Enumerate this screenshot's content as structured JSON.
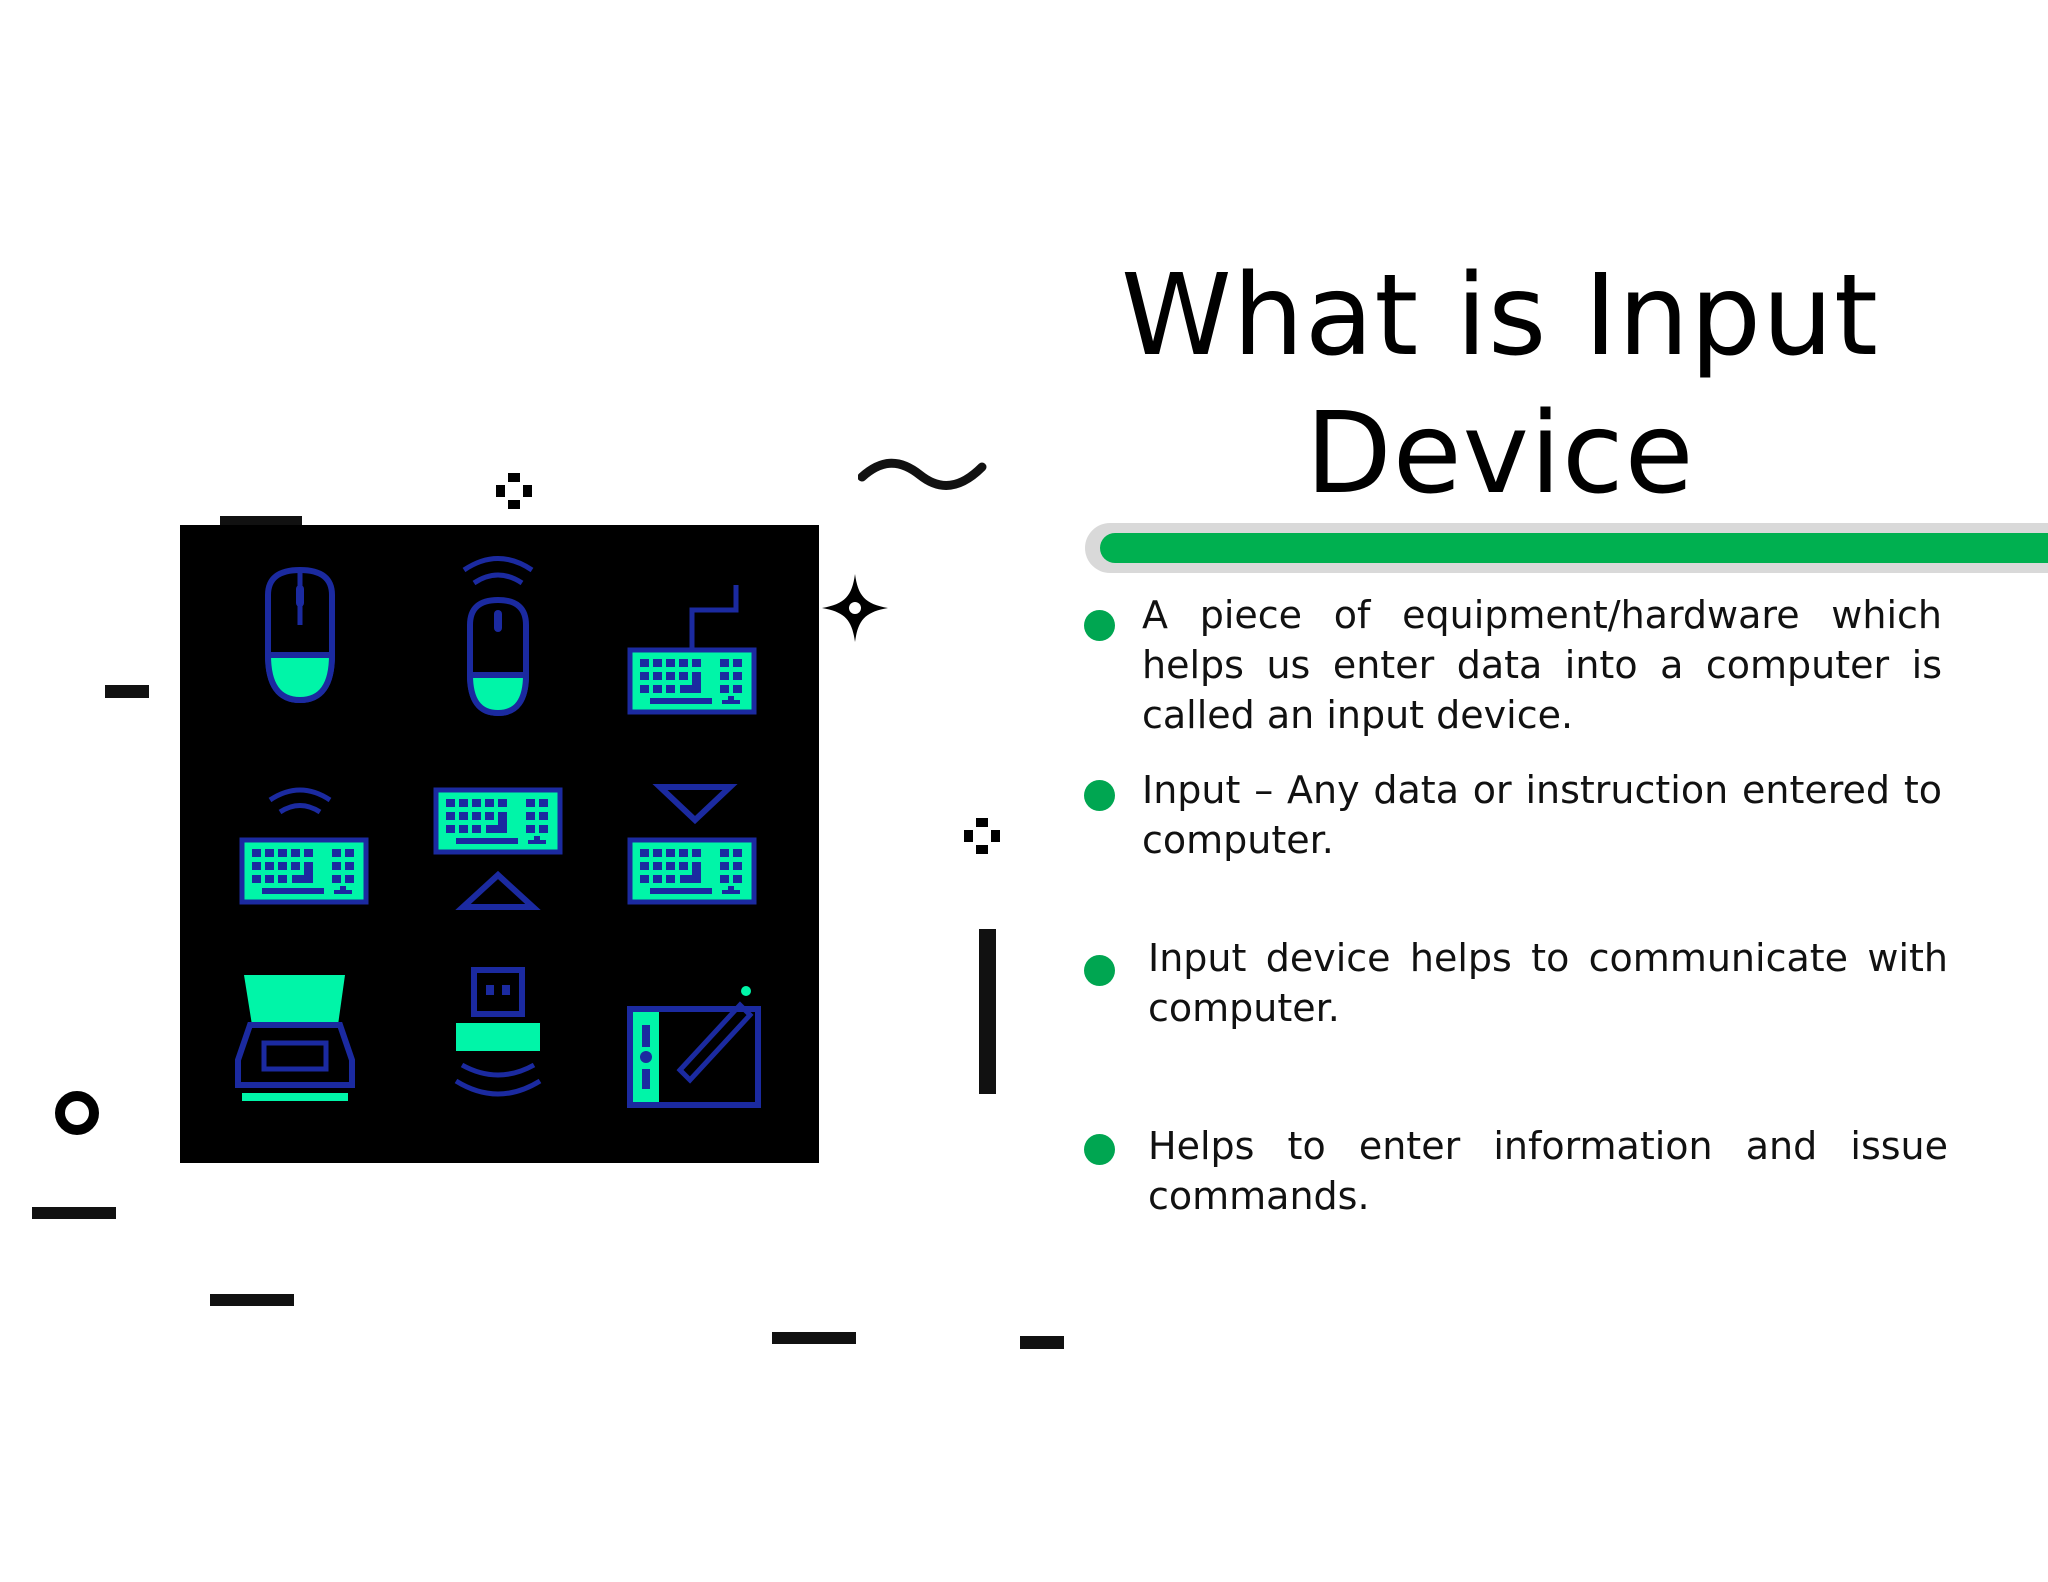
{
  "title": "What is Input Device",
  "title_line1": "What is Input",
  "title_line2": "Device",
  "accent_bar": {
    "color": "#00b050",
    "track_color": "#d9d9d9",
    "fill": 1.0
  },
  "bullet_color": "#00a651",
  "bullets": [
    "A piece of equipment/hardware which helps us enter data into a computer is called an input device.",
    "Input – Any data or instruction entered to computer.",
    "Input device helps to communicate with computer.",
    "Helps to enter information and issue commands."
  ],
  "image": {
    "background": "#000000",
    "icon_fill": "#00f5a8",
    "icon_stroke": "#1b2aa0",
    "icons": [
      "mouse-icon",
      "wireless-mouse-icon",
      "wired-keyboard-icon",
      "wireless-keyboard-icon",
      "keyboard-up-icon",
      "keyboard-down-icon",
      "scanner-icon",
      "usb-receiver-icon",
      "graphics-tablet-icon"
    ]
  },
  "decorations": [
    "squiggle-icon",
    "sparkle-icon",
    "pixel-cross-icon",
    "ring-icon"
  ]
}
